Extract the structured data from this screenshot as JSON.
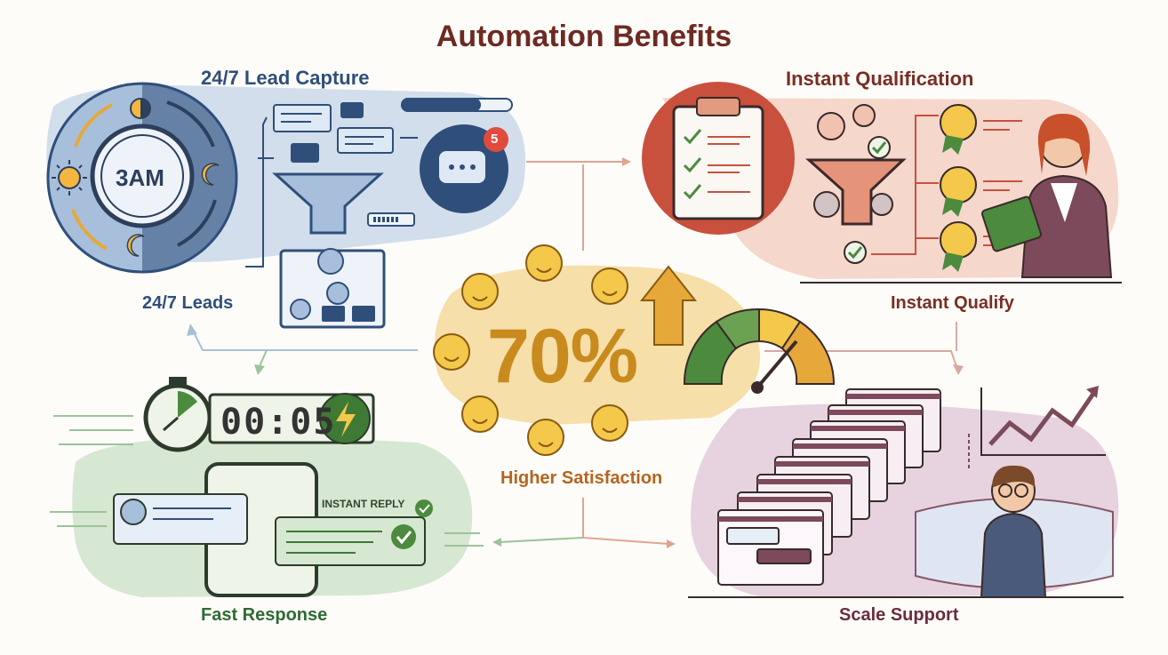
{
  "title": "Automation Benefits",
  "panels": {
    "lead_capture": {
      "heading": "24/7 Lead Capture",
      "footer": "24/7 Leads",
      "clock_text": "3AM",
      "notification_count": "5"
    },
    "qualification": {
      "heading": "Instant Qualification",
      "footer": "Instant Qualify"
    },
    "fast_response": {
      "footer": "Fast Response",
      "timer_text": "00:05",
      "reply_label": "INSTANT REPLY"
    },
    "scale_support": {
      "footer": "Scale Support"
    }
  },
  "center": {
    "percentage": "70%",
    "caption": "Higher Satisfaction"
  },
  "colors": {
    "title": "#6e2a22",
    "blue": "#2f4f7a",
    "red": "#7a2e24",
    "green": "#2e6b35",
    "purple": "#6a2d3d",
    "orange": "#b5651d",
    "gold": "#c98a1e"
  }
}
